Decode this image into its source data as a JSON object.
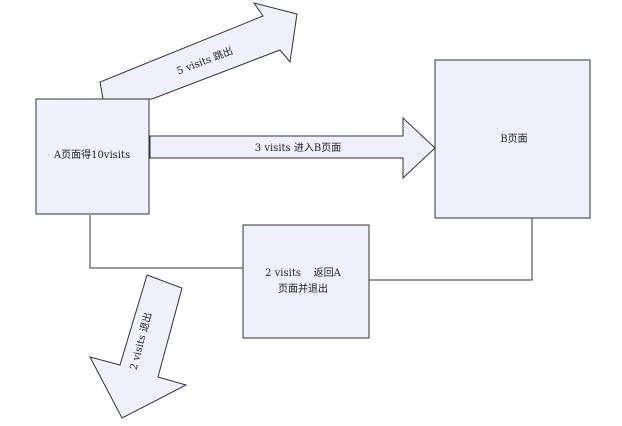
{
  "colors": {
    "shape_fill": "#eef0fb",
    "shape_stroke": "#333333",
    "connector": "#333333"
  },
  "nodes": {
    "page_a": "A页面得10visits",
    "page_b": "B页面",
    "return_box_line1": "2 visits    返回A",
    "return_box_line2": "页面并退出"
  },
  "arrows": {
    "exit_up": "5 visits 跳出",
    "to_b": "3 visits 进入B页面",
    "exit_down": "2 visits 退出"
  }
}
